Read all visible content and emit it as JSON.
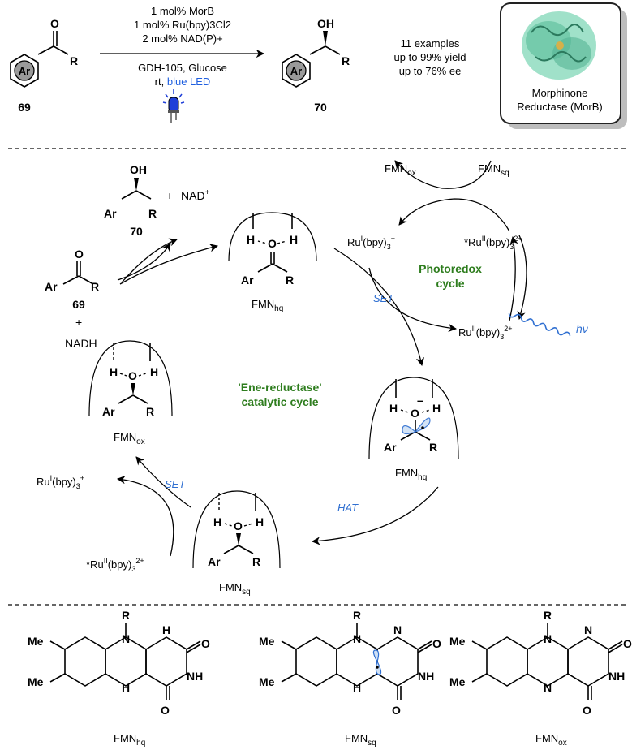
{
  "top_reaction": {
    "reactant_number": "69",
    "reactant_ring_label": "Ar",
    "reactant_group": "R",
    "reactant_atom_o": "O",
    "conditions_above": [
      "1 mol% MorB",
      "1 mol% Ru(bpy)3Cl2",
      "2 mol% NAD(P)+"
    ],
    "conditions_below_1": "GDH-105, Glucose",
    "conditions_below_2_prefix": "rt, ",
    "conditions_below_2_highlight": "blue LED",
    "product_number": "70",
    "product_group": "R",
    "product_oh": "OH",
    "product_ring_label": "Ar",
    "results": [
      "11 examples",
      "up to 99% yield",
      "up to 76% ee"
    ],
    "enzyme_label_1": "Morphinone",
    "enzyme_label_2": "Reductase (MorB)"
  },
  "cycle": {
    "title_line1": "'Ene-reductase'",
    "title_line2": "catalytic cycle",
    "photoredox_line1": "Photoredox",
    "photoredox_line2": "cycle",
    "set_label_1": "SET",
    "set_label_2": "SET",
    "hat_label": "HAT",
    "hv_label": "hν",
    "fmn_ox": "FMN",
    "fmn_ox_sub": "ox",
    "fmn_sq": "FMN",
    "fmn_sq_sub": "sq",
    "fmn_hq": "FMN",
    "fmn_hq_sub": "hq",
    "ru1": "Ru",
    "ru1_sup": "I",
    "ru1_tail": "(bpy)",
    "ru1_tail_sub": "3",
    "ru1_charge": "+",
    "ru2": "Ru",
    "ru2_sup": "II",
    "ru2_tail": "(bpy)",
    "ru2_tail_sub": "3",
    "ru2_charge": "2+",
    "ru2_star": "*Ru",
    "nad_plus": "NAD",
    "nad_plus_sup": "+",
    "plus_sign": "+",
    "nadh": "NADH",
    "product_number": "70",
    "ketone_number": "69",
    "atom_h": "H",
    "atom_o": "O",
    "atom_oh": "OH",
    "ar": "Ar",
    "r": "R",
    "minus": "–"
  },
  "flavins": {
    "hq_label": "FMN",
    "hq_sub": "hq",
    "sq_label": "FMN",
    "sq_sub": "sq",
    "ox_label": "FMN",
    "ox_sub": "ox",
    "me": "Me",
    "r": "R",
    "n": "N",
    "h": "H",
    "nh": "NH",
    "o": "O"
  },
  "colors": {
    "green_text": "#2e7d1e",
    "blue_text": "#2f6fd1",
    "enzyme_fill": "#7fd0b4"
  }
}
